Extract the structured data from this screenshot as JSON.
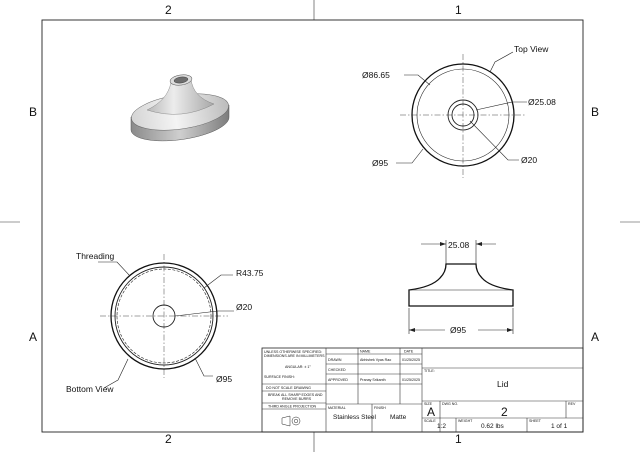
{
  "zones": {
    "top": [
      "2",
      "1"
    ],
    "bottom": [
      "2",
      "1"
    ],
    "left": [
      "B",
      "A"
    ],
    "right": [
      "B",
      "A"
    ]
  },
  "views": {
    "top_view": {
      "label": "Top View",
      "outer_diameter": "Ø86.65",
      "inner_diameter": "Ø25.08",
      "overall_diameter": "Ø95",
      "hole_diameter": "Ø20"
    },
    "bottom_view": {
      "label": "Bottom View",
      "threading_label": "Threading",
      "radius": "R43.75",
      "hole_diameter": "Ø20",
      "overall_diameter": "Ø95"
    },
    "side_view": {
      "neck_width": "25.08",
      "base_width": "Ø95"
    }
  },
  "title_block": {
    "notes": {
      "tolerance_line1": "UNLESS OTHERWISE SPECIFIED:",
      "tolerance_line2": "DIMENSIONS ARE IN MILLIMETERS",
      "angular": "ANGULAR: ± 1°",
      "surface": "SURFACE FINISH:",
      "no_scale": "DO NOT SCALE DRAWING",
      "edges_line1": "BREAK ALL SHARP EDGES AND",
      "edges_line2": "REMOVE BURRS",
      "projection": "THIRD ANGLE PROJECTION"
    },
    "headers": {
      "name": "NAME",
      "date": "DATE"
    },
    "rows": [
      {
        "role": "DRAWN",
        "name": "Abhishek Vyas Rao",
        "date": "01/25/2025"
      },
      {
        "role": "CHECKED",
        "name": "",
        "date": ""
      },
      {
        "role": "APPROVED",
        "name": "Pranay Srikanth",
        "date": "01/25/2025"
      }
    ],
    "material_header": "MATERIAL",
    "material": "Stainless Steel",
    "finish_header": "FINISH",
    "finish": "Matte",
    "title_header": "TITLE:",
    "title": "Lid",
    "size_header": "SIZE",
    "size": "A",
    "dwg_header": "DWG NO.",
    "dwg_no": "2",
    "rev_header": "REV",
    "scale_header": "SCALE",
    "scale": "1:2",
    "weight_header": "WEIGHT",
    "weight": "0.62 lbs",
    "sheet_header": "SHEET",
    "sheet": "1 of 1"
  }
}
